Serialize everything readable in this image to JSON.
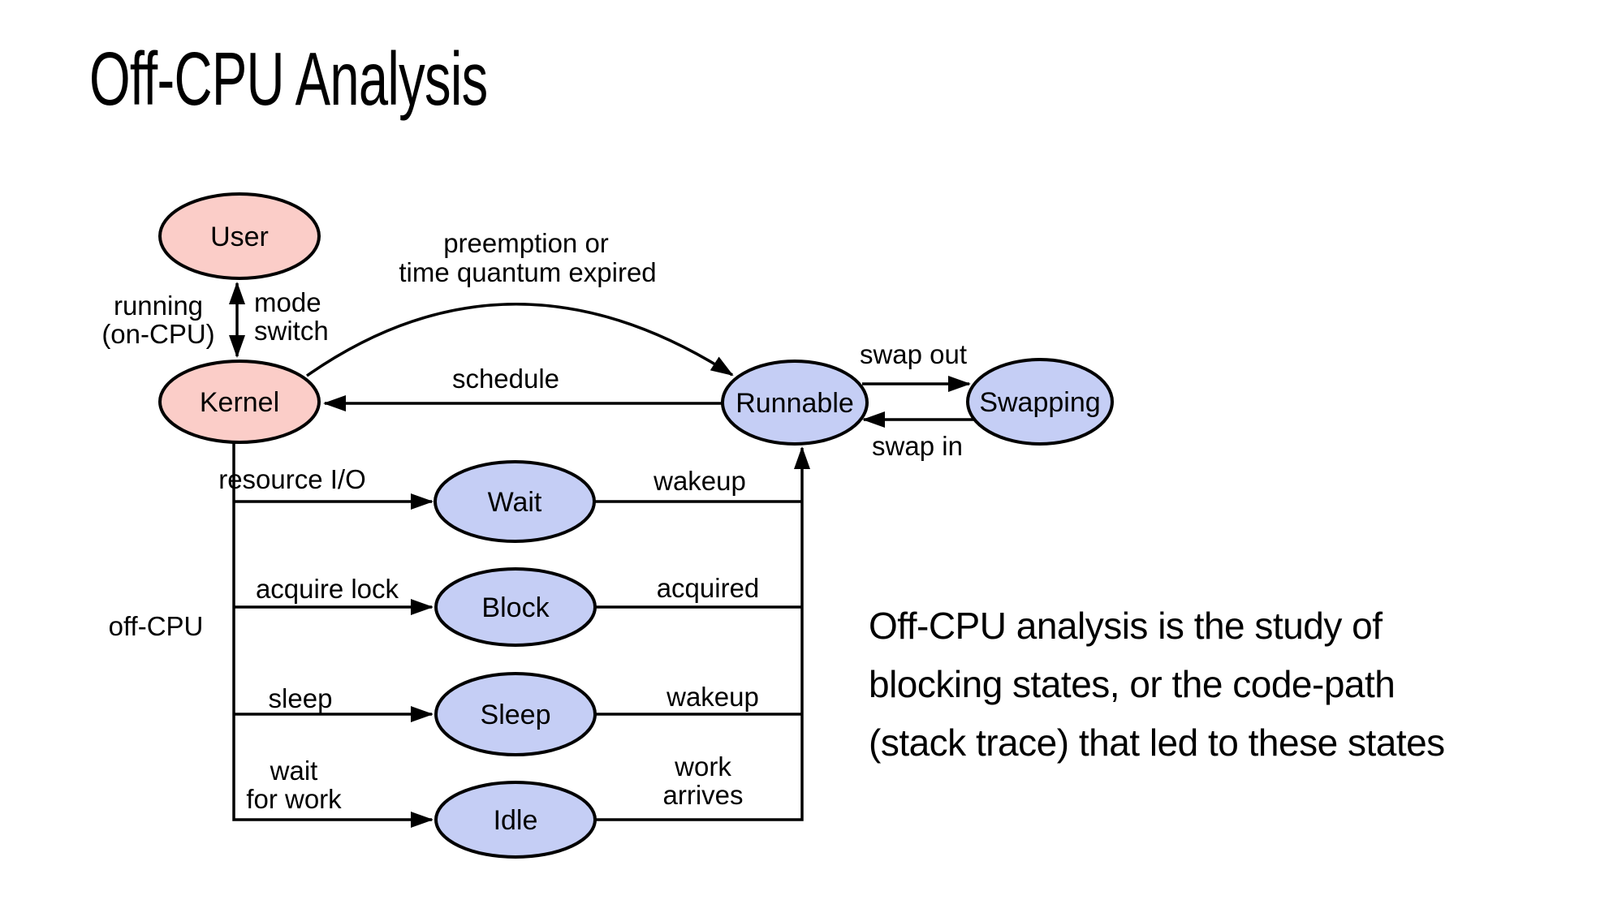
{
  "title": "Off-CPU Analysis",
  "description": {
    "line1": "Off-CPU analysis is the study of",
    "line2": "blocking states, or the code-path",
    "line3": "(stack trace) that led to these states"
  },
  "colors": {
    "background": "#ffffff",
    "on_cpu_node_fill": "#fbcdc8",
    "off_cpu_node_fill": "#c5cef5",
    "stroke": "#000000",
    "text": "#000000"
  },
  "nodes": {
    "user": "User",
    "kernel": "Kernel",
    "runnable": "Runnable",
    "swapping": "Swapping",
    "wait": "Wait",
    "block": "Block",
    "sleep": "Sleep",
    "idle": "Idle"
  },
  "edges": {
    "running_line1": "running",
    "running_line2": "(on-CPU)",
    "mode_switch_line1": "mode",
    "mode_switch_line2": "switch",
    "preemption_line1": "preemption or",
    "preemption_line2": "time quantum expired",
    "schedule": "schedule",
    "swap_out": "swap out",
    "swap_in": "swap in",
    "resource_io": "resource I/O",
    "wakeup_wait": "wakeup",
    "acquire_lock": "acquire lock",
    "acquired": "acquired",
    "sleep": "sleep",
    "wakeup_sleep": "wakeup",
    "wait_for_work_line1": "wait",
    "wait_for_work_line2": "for work",
    "work_arrives_line1": "work",
    "work_arrives_line2": "arrives",
    "off_cpu": "off-CPU"
  }
}
